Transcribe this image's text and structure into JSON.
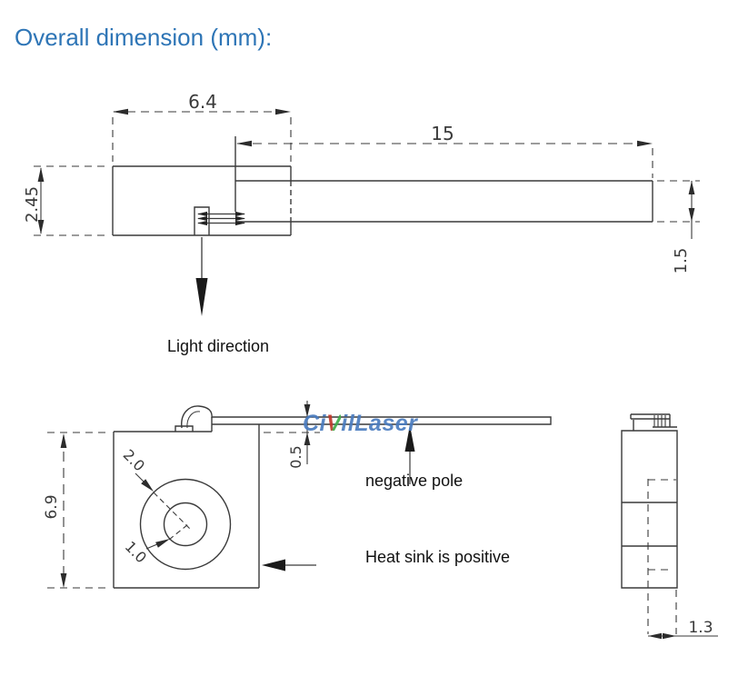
{
  "title": "Overall dimension (mm):",
  "colors": {
    "title": "#2E75B6",
    "line": "#3a3a3a",
    "watermark_blue": "#4A7CC0",
    "watermark_red": "#C0392B",
    "watermark_green": "#3FAE49"
  },
  "top_view": {
    "dim_body_width": "6.4",
    "dim_lead_length": "15",
    "dim_body_height": "2.45",
    "dim_lead_thickness": "1.5",
    "light_direction_label": "Light direction"
  },
  "front_view": {
    "dim_height": "6.9",
    "dim_outer_circle": "2.0",
    "dim_inner_circle": "1.0",
    "dim_lead_offset": "0.5",
    "negative_pole_label": "negative pole",
    "heat_sink_label": "Heat sink is positive"
  },
  "side_view": {
    "dim_thickness": "1.3"
  },
  "watermark": {
    "part1": "Ci",
    "part2": "V",
    "part3": "ilLaser"
  }
}
